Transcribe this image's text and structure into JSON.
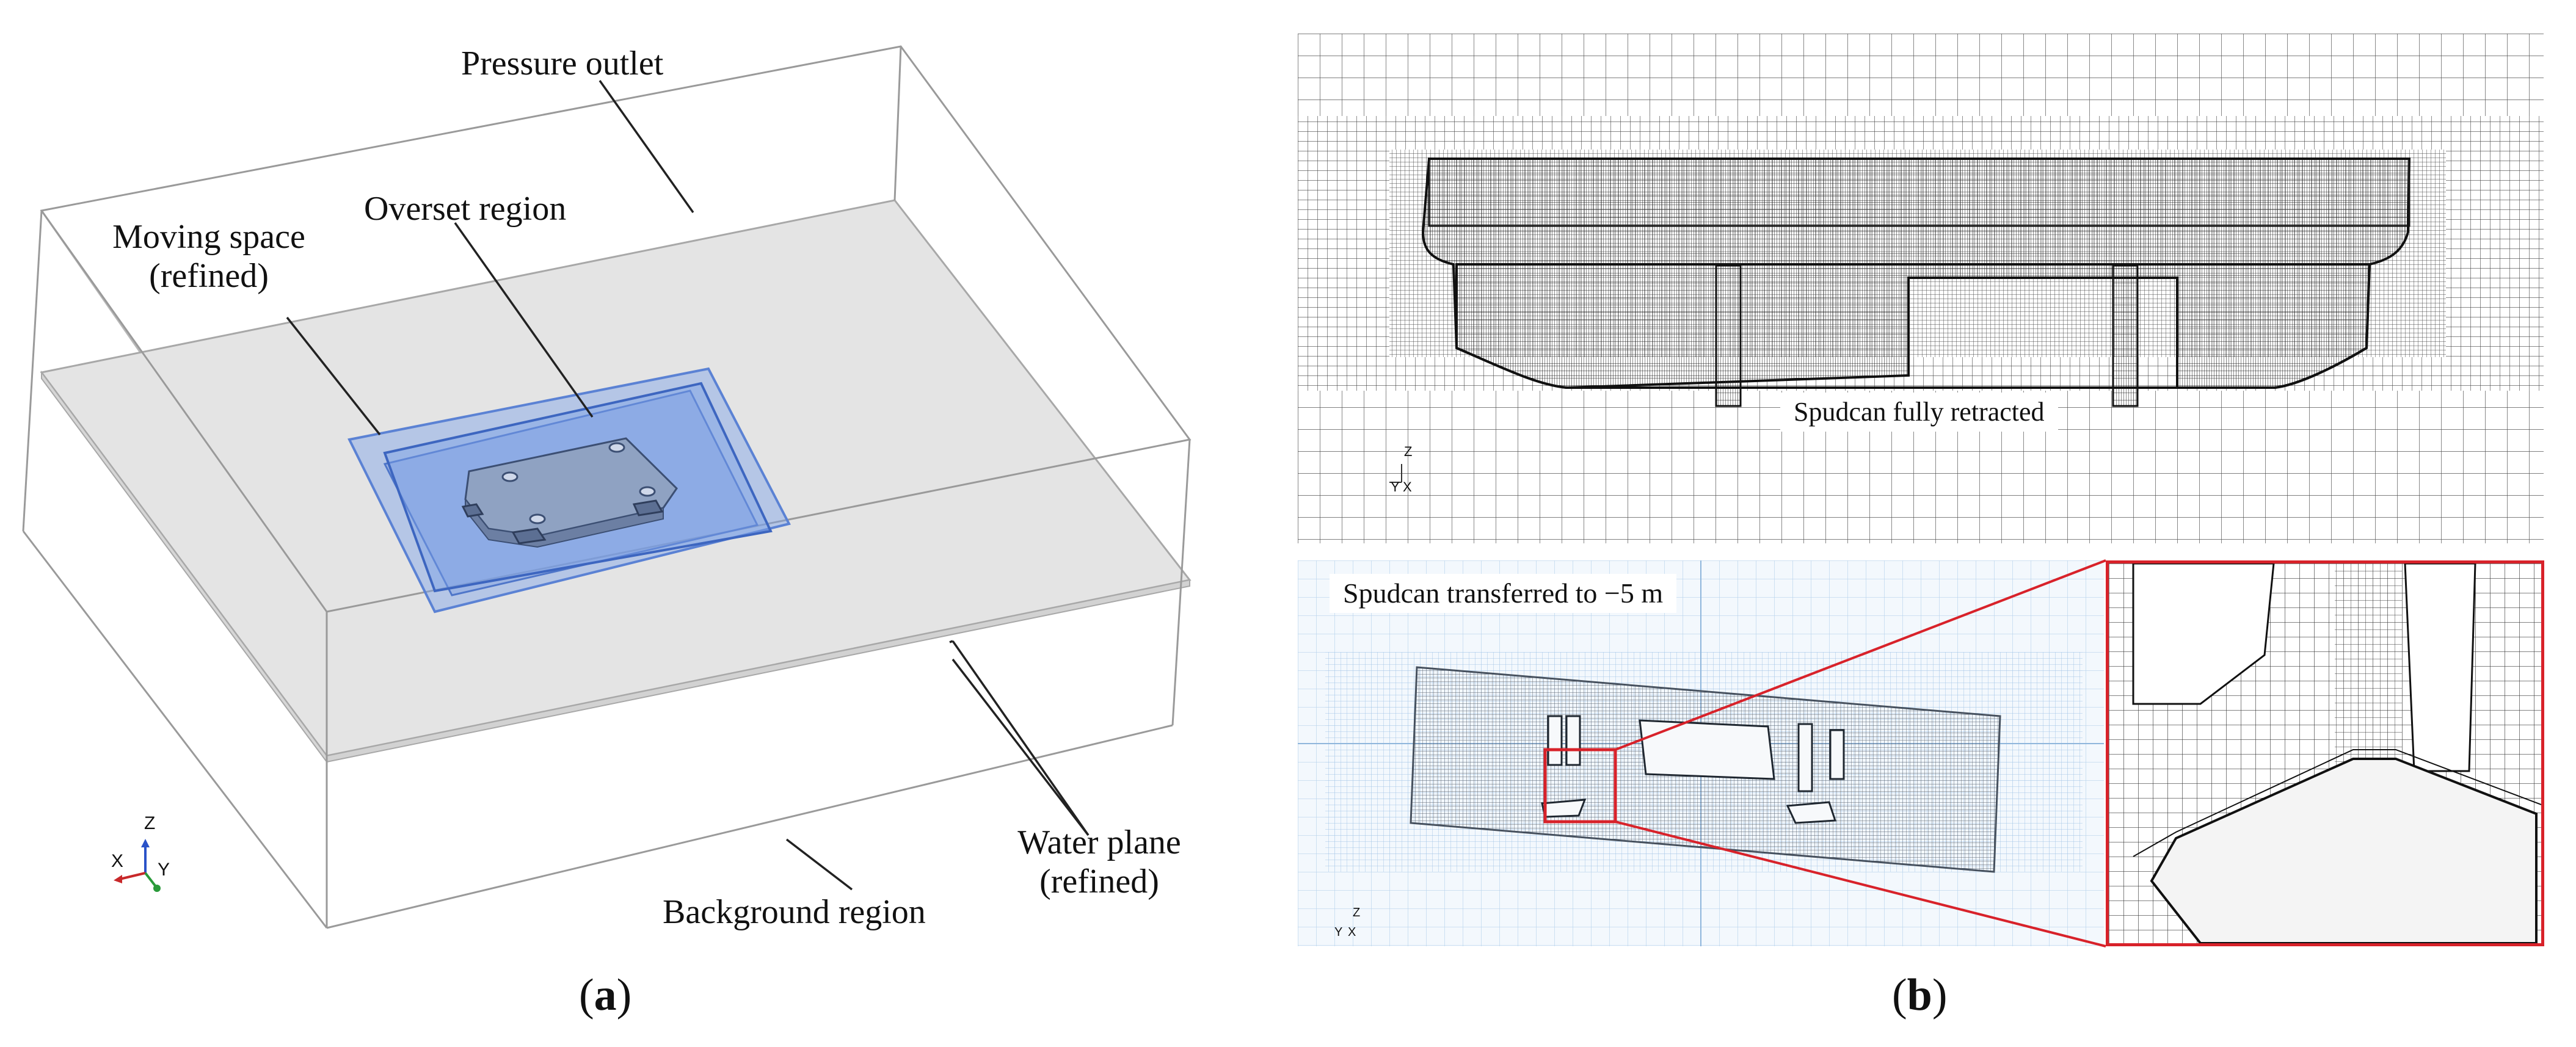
{
  "panel_a": {
    "labels": {
      "pressure_outlet": "Pressure outlet",
      "overset_region": "Overset region",
      "moving_space": "Moving space",
      "moving_space_sub": "(refined)",
      "water_plane": "Water plane",
      "water_plane_sub": "(refined)",
      "background_region": "Background region"
    },
    "caption": {
      "open": "(",
      "letter": "a",
      "close": ")"
    },
    "triad": {
      "z": "Z",
      "x": "X",
      "y": "Y"
    }
  },
  "panel_b": {
    "top_label": "Spudcan fully retracted",
    "bottom_label": "Spudcan transferred to −5 m",
    "caption": {
      "open": "(",
      "letter": "b",
      "close": ")"
    },
    "triad": {
      "z": "Z",
      "y": "Y",
      "x": "X"
    }
  },
  "colors": {
    "overset_blue": "#6f95e0",
    "overset_blue_light": "#b9ccf2",
    "water_plane_gray": "#e3e3e3",
    "mesh_line": "#2a2a2a",
    "light_mesh_blue": "#a9cbe8",
    "zoom_frame": "#d8222a"
  }
}
